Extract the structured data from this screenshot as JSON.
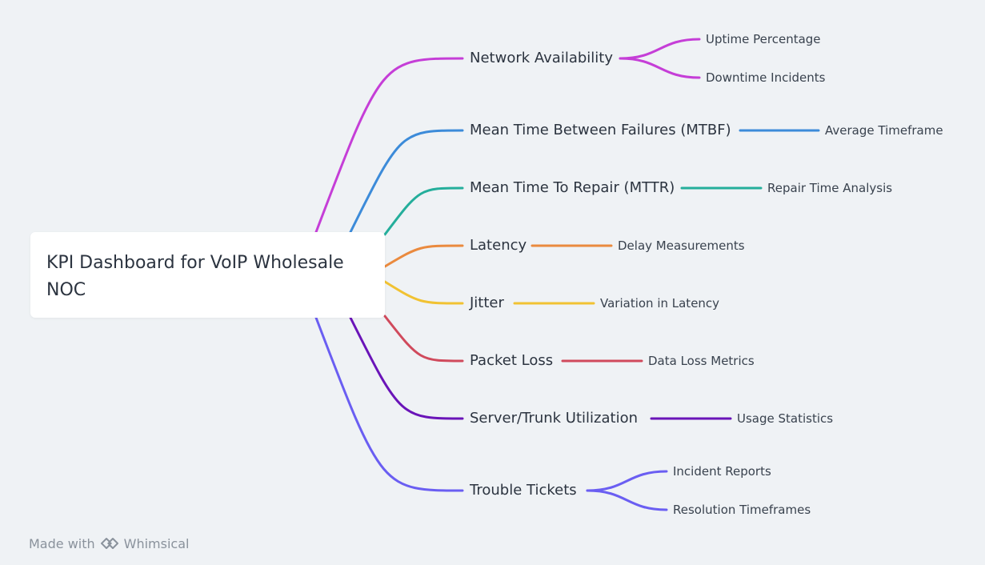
{
  "root": {
    "title": "KPI Dashboard for VoIP Wholesale NOC"
  },
  "branches": [
    {
      "label": "Network Availability",
      "color": "#c53ed7",
      "leaves": [
        "Uptime Percentage",
        "Downtime Incidents"
      ]
    },
    {
      "label": "Mean Time Between Failures (MTBF)",
      "color": "#3c8bd9",
      "leaves": [
        "Average Timeframe"
      ]
    },
    {
      "label": "Mean Time To Repair (MTTR)",
      "color": "#24ae9b",
      "leaves": [
        "Repair Time Analysis"
      ]
    },
    {
      "label": "Latency",
      "color": "#ea8a3e",
      "leaves": [
        "Delay Measurements"
      ]
    },
    {
      "label": "Jitter",
      "color": "#f1c232",
      "leaves": [
        "Variation in Latency"
      ]
    },
    {
      "label": "Packet Loss",
      "color": "#d04a5c",
      "leaves": [
        "Data Loss Metrics"
      ]
    },
    {
      "label": "Server/Trunk Utilization",
      "color": "#6a14b8",
      "leaves": [
        "Usage Statistics"
      ]
    },
    {
      "label": "Trouble Tickets",
      "color": "#6a5ef2",
      "leaves": [
        "Incident Reports",
        "Resolution Timeframes"
      ]
    }
  ],
  "footer": {
    "made_with": "Made with",
    "brand": "Whimsical"
  }
}
